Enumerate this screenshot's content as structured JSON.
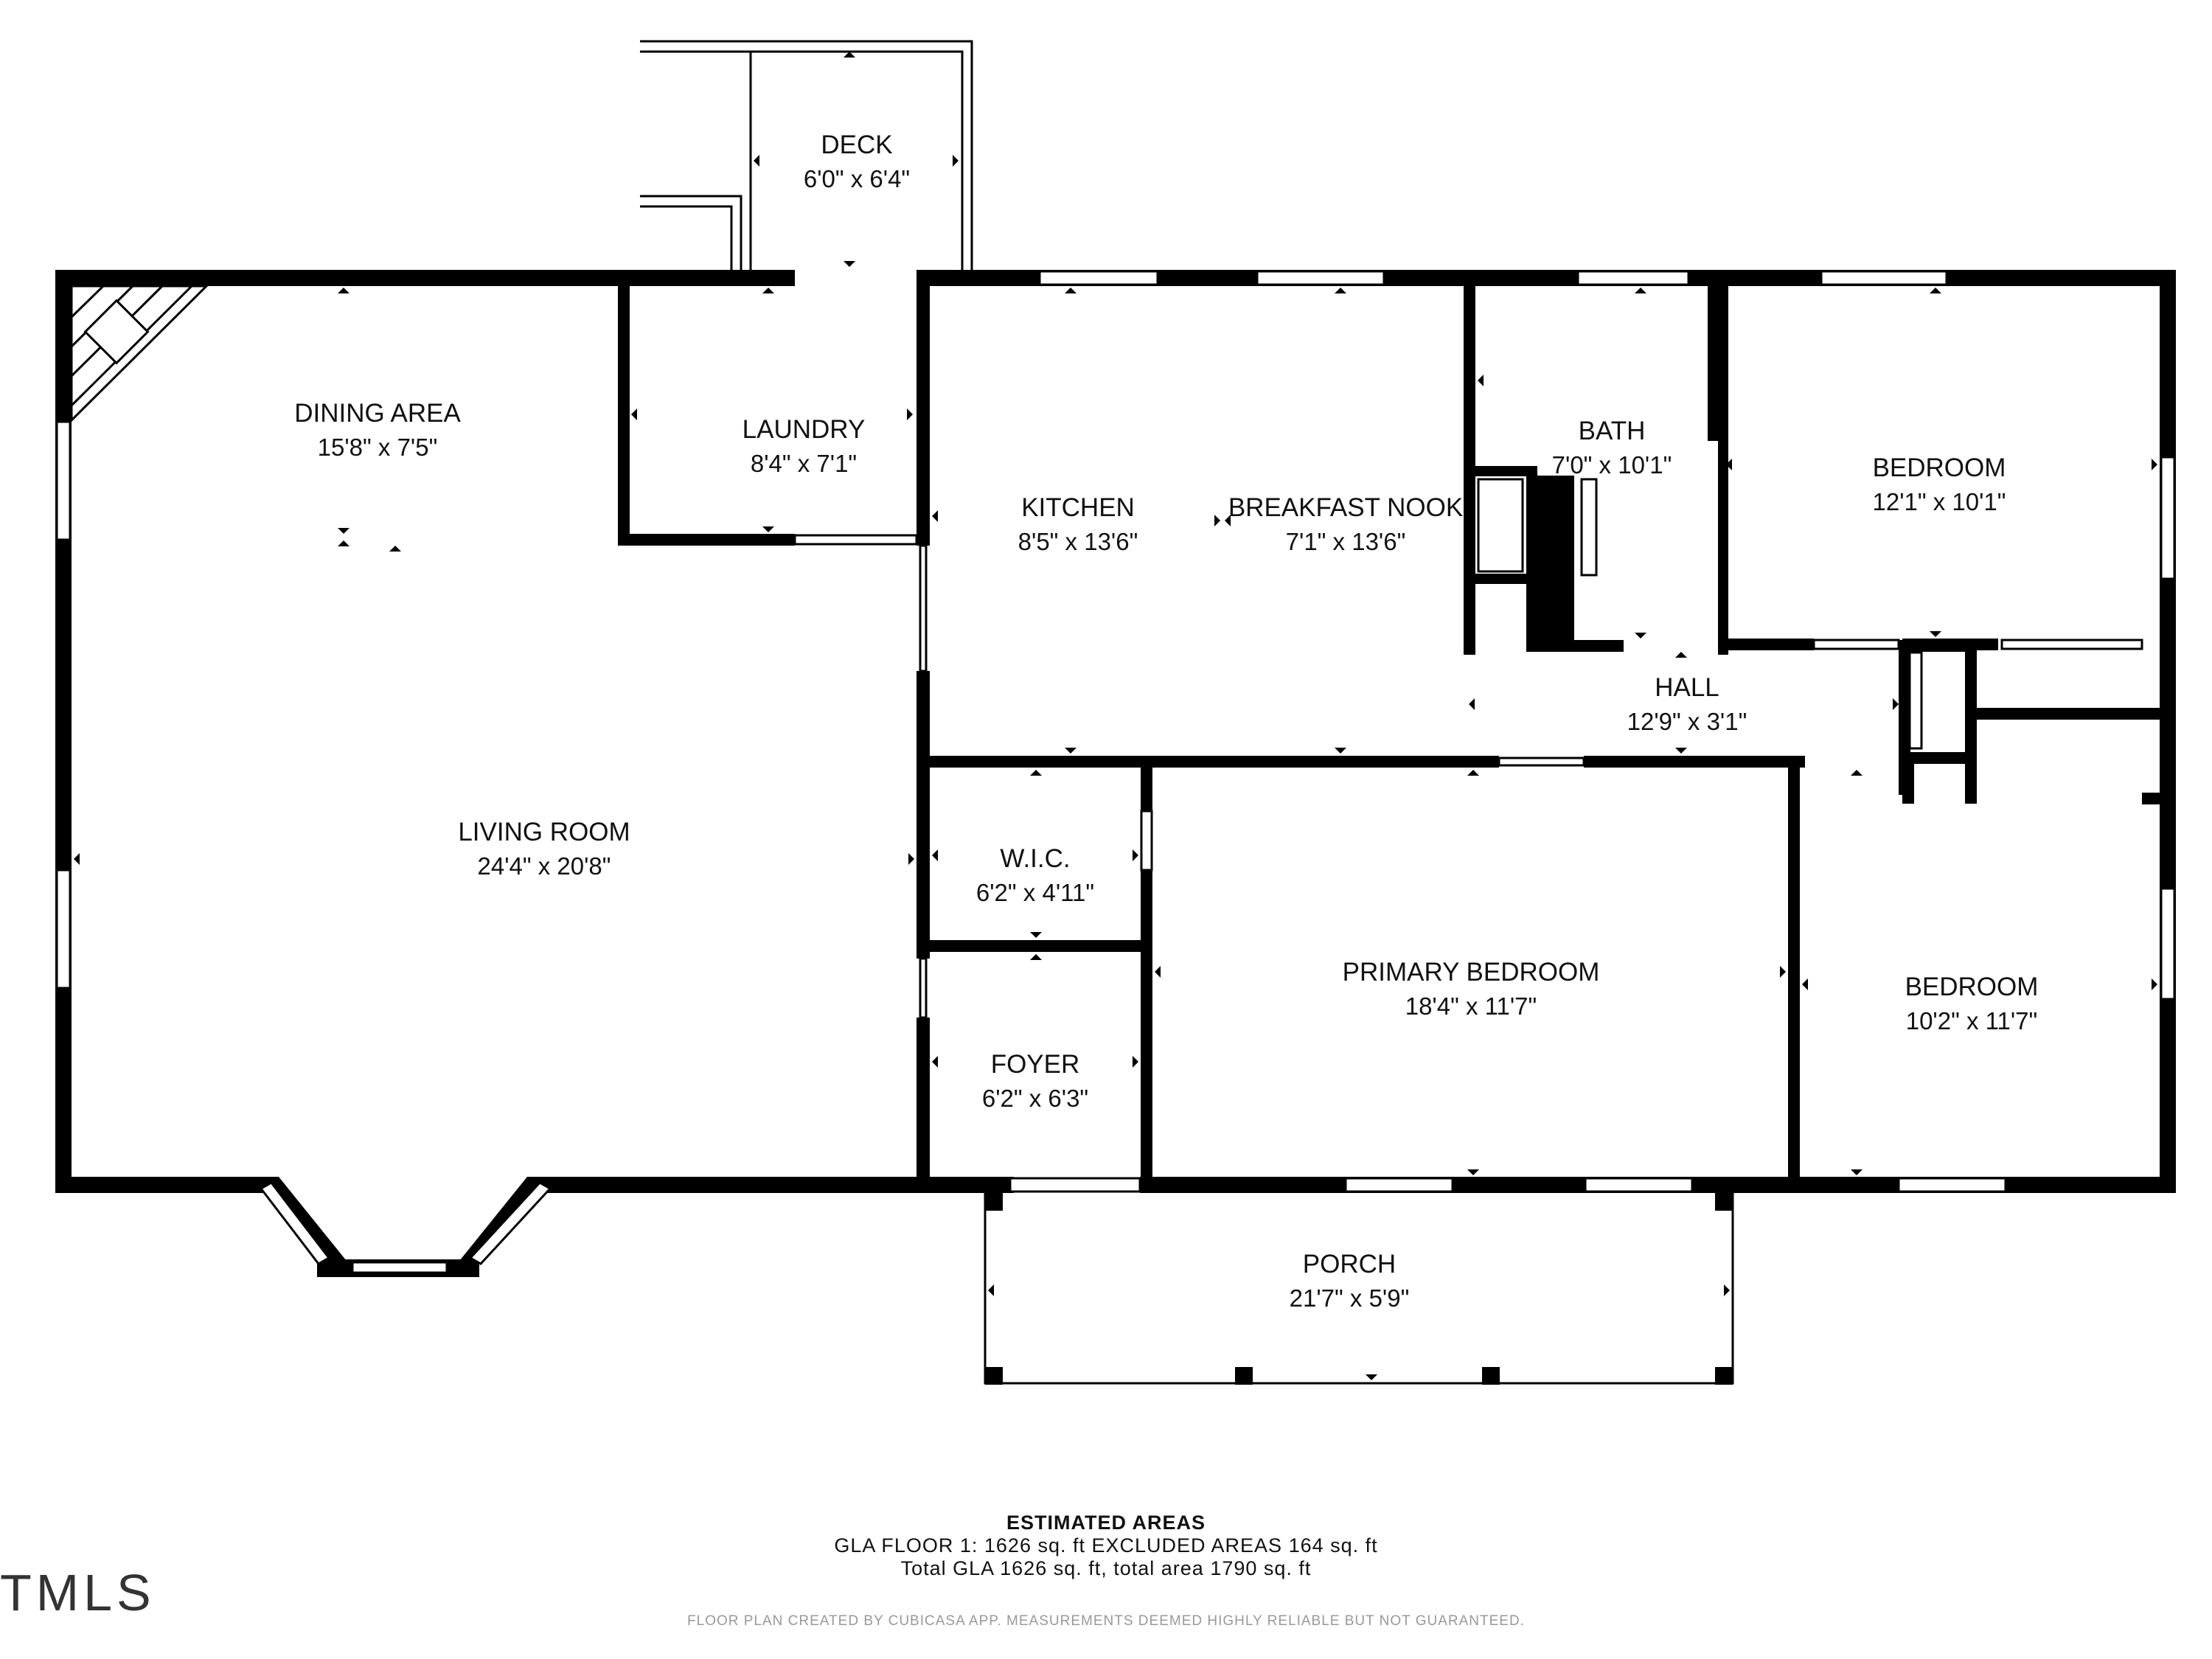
{
  "rooms": {
    "deck": {
      "label": "DECK",
      "dims": "6'0\" x 6'4\""
    },
    "dining": {
      "label": "DINING AREA",
      "dims": "15'8\" x 7'5\""
    },
    "laundry": {
      "label": "LAUNDRY",
      "dims": "8'4\" x 7'1\""
    },
    "kitchen": {
      "label": "KITCHEN",
      "dims": "8'5\" x 13'6\""
    },
    "nook": {
      "label": "BREAKFAST NOOK",
      "dims": "7'1\" x 13'6\""
    },
    "bath": {
      "label": "BATH",
      "dims": "7'0\" x 10'1\""
    },
    "bedroom1": {
      "label": "BEDROOM",
      "dims": "12'1\" x 10'1\""
    },
    "hall": {
      "label": "HALL",
      "dims": "12'9\" x 3'1\""
    },
    "living": {
      "label": "LIVING ROOM",
      "dims": "24'4\" x 20'8\""
    },
    "wic": {
      "label": "W.I.C.",
      "dims": "6'2\" x 4'11\""
    },
    "primary": {
      "label": "PRIMARY BEDROOM",
      "dims": "18'4\" x 11'7\""
    },
    "bedroom2": {
      "label": "BEDROOM",
      "dims": "10'2\" x 11'7\""
    },
    "foyer": {
      "label": "FOYER",
      "dims": "6'2\" x 6'3\""
    },
    "porch": {
      "label": "PORCH",
      "dims": "21'7\" x 5'9\""
    }
  },
  "footer": {
    "title": "ESTIMATED AREAS",
    "line1": "GLA FLOOR 1: 1626 sq. ft EXCLUDED AREAS 164 sq. ft",
    "line2": "Total GLA 1626 sq. ft, total area 1790 sq. ft",
    "disclaimer": "FLOOR PLAN CREATED BY CUBICASA APP. MEASUREMENTS DEEMED HIGHLY RELIABLE BUT NOT GUARANTEED."
  },
  "logo": {
    "text": "TMLS"
  }
}
